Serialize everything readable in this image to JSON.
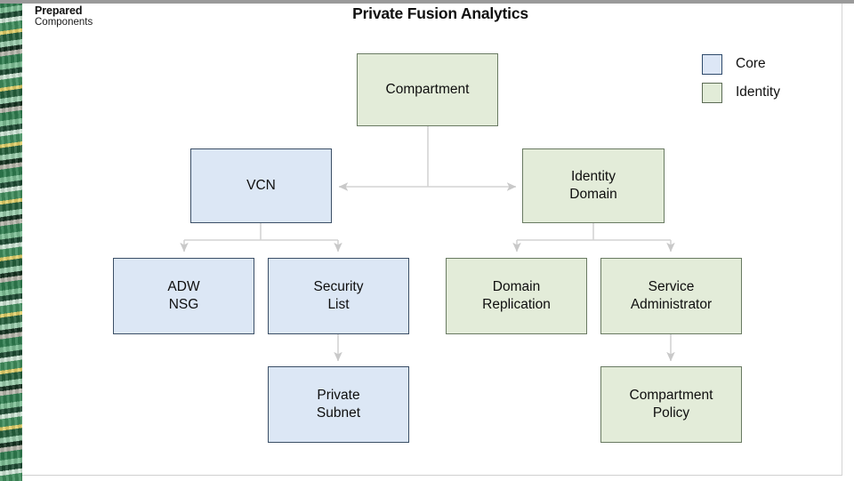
{
  "header": {
    "prepared_title": "Prepared",
    "prepared_subtitle": "Components",
    "slide_title": "Private Fusion Analytics"
  },
  "legend": {
    "items": [
      {
        "label": "Core",
        "swatch": "core-swatch-icon",
        "color": "#dde7f6",
        "border": "#2e4a6b"
      },
      {
        "label": "Identity",
        "swatch": "identity-swatch-icon",
        "color": "#e2ecd8",
        "border": "#5b6b55"
      }
    ]
  },
  "diagram": {
    "nodes": [
      {
        "id": "compartment",
        "label": "Compartment",
        "category": "identity"
      },
      {
        "id": "vcn",
        "label": "VCN",
        "category": "core"
      },
      {
        "id": "identity-domain",
        "label": "Identity\nDomain",
        "category": "identity"
      },
      {
        "id": "adw-nsg",
        "label": "ADW\nNSG",
        "category": "core"
      },
      {
        "id": "security-list",
        "label": "Security\nList",
        "category": "core"
      },
      {
        "id": "domain-replication",
        "label": "Domain\nReplication",
        "category": "identity"
      },
      {
        "id": "service-administrator",
        "label": "Service\nAdministrator",
        "category": "identity"
      },
      {
        "id": "private-subnet",
        "label": "Private\nSubnet",
        "category": "core"
      },
      {
        "id": "compartment-policy",
        "label": "Compartment\nPolicy",
        "category": "identity"
      }
    ],
    "edges": [
      {
        "from": "compartment",
        "to": "vcn"
      },
      {
        "from": "compartment",
        "to": "identity-domain"
      },
      {
        "from": "vcn",
        "to": "adw-nsg"
      },
      {
        "from": "vcn",
        "to": "security-list"
      },
      {
        "from": "identity-domain",
        "to": "domain-replication"
      },
      {
        "from": "identity-domain",
        "to": "service-administrator"
      },
      {
        "from": "security-list",
        "to": "private-subnet"
      },
      {
        "from": "service-administrator",
        "to": "compartment-policy"
      }
    ]
  }
}
